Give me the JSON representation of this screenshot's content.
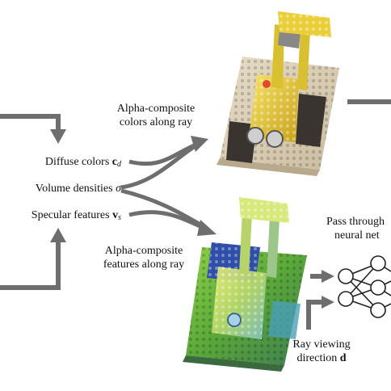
{
  "labels": {
    "alpha_colors_1": "Alpha-composite",
    "alpha_colors_2": "colors along ray",
    "alpha_features_1": "Alpha-composite",
    "alpha_features_2": "features along ray",
    "diffuse_text": "Diffuse colors ",
    "diffuse_symbol": "c",
    "diffuse_sub": "d",
    "density_text": "Volume densities ",
    "density_symbol": "σ",
    "specular_text": "Specular features ",
    "specular_symbol": "v",
    "specular_sub": "s",
    "pass_1": "Pass through",
    "pass_2": "neural net",
    "ray_1": "Ray viewing",
    "ray_2": "direction ",
    "ray_symbol": "d"
  },
  "colors": {
    "arrow": "#6e6e6e",
    "text": "#111111",
    "node_stroke": "#222222"
  }
}
